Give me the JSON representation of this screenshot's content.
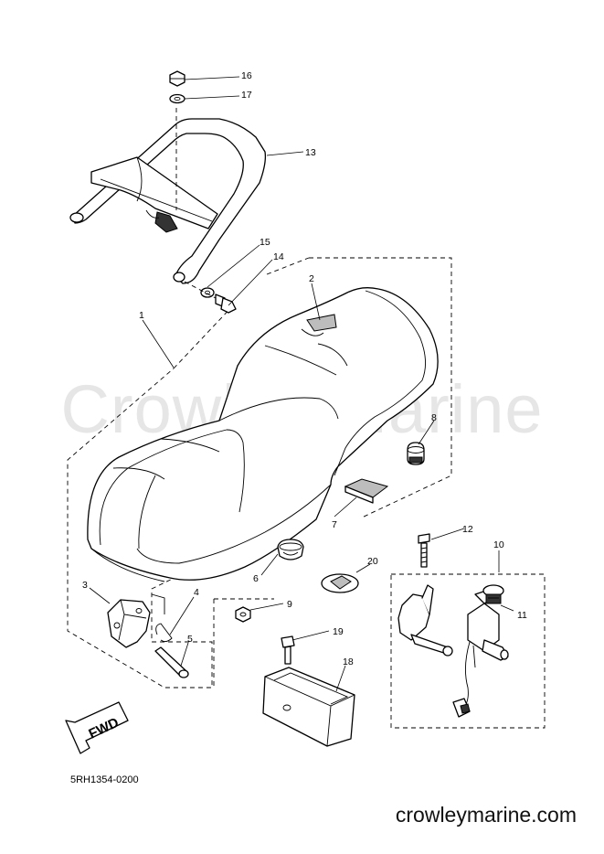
{
  "watermark": "Crowley Marine",
  "footer": {
    "diagram_code": "5RH1354-0200",
    "website": "crowleymarine.com"
  },
  "direction_arrow": "FWD",
  "callouts": [
    {
      "key": "p16",
      "label": "16"
    },
    {
      "key": "p17",
      "label": "17"
    },
    {
      "key": "p13",
      "label": "13"
    },
    {
      "key": "p15",
      "label": "15"
    },
    {
      "key": "p14",
      "label": "14"
    },
    {
      "key": "p2",
      "label": "2"
    },
    {
      "key": "p1",
      "label": "1"
    },
    {
      "key": "p8",
      "label": "8"
    },
    {
      "key": "p7",
      "label": "7"
    },
    {
      "key": "p12",
      "label": "12"
    },
    {
      "key": "p10",
      "label": "10"
    },
    {
      "key": "p6",
      "label": "6"
    },
    {
      "key": "p20",
      "label": "20"
    },
    {
      "key": "p3",
      "label": "3"
    },
    {
      "key": "p4",
      "label": "4"
    },
    {
      "key": "p9",
      "label": "9"
    },
    {
      "key": "p11",
      "label": "11"
    },
    {
      "key": "p5",
      "label": "5"
    },
    {
      "key": "p19",
      "label": "19"
    },
    {
      "key": "p18",
      "label": "18"
    }
  ]
}
